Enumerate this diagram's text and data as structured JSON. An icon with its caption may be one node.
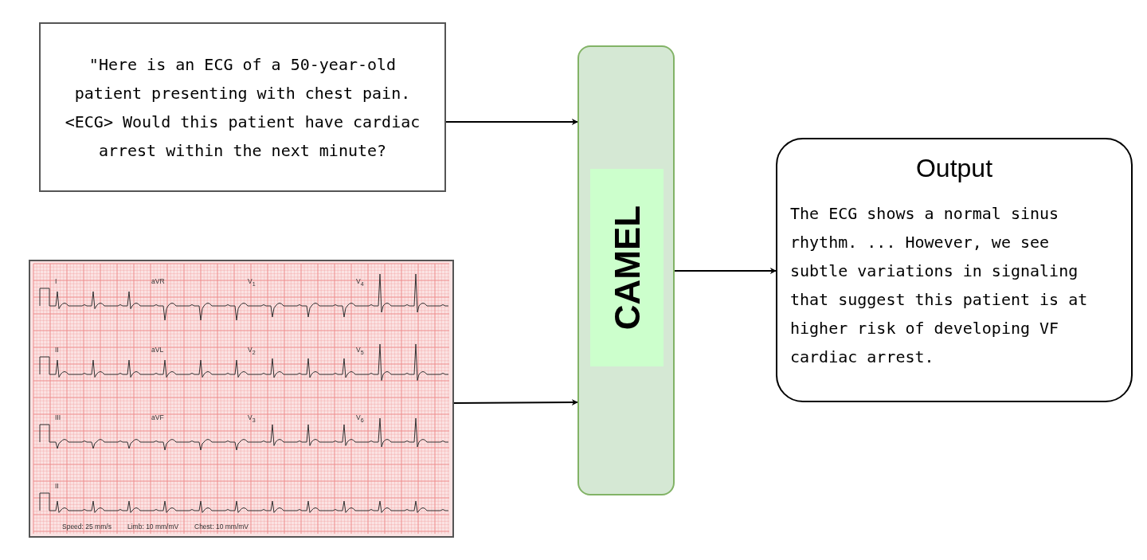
{
  "diagram": {
    "nodes": [
      {
        "text": [
          "\"Here is an ECG of a 50-year-old patient presenting with chest pain. <ECG> Would this patient have cardiac arrest within the next minute?"
        ]
      },
      {
        "text": [
          "I",
          "aVR",
          "V$_{1}$",
          "V$_{4}$",
          "II",
          "aVL",
          "V$_{2}$",
          "V$_{5}$",
          "III",
          "aVF",
          "V$_{3}$",
          "V$_{6}$",
          "II",
          "Speed: 25 mm/s",
          "Limb: 10 mm/mV",
          "Chest: 10 mm/mV"
        ]
      },
      {
        "text": [
          "CAMEL"
        ]
      },
      {
        "text": [
          "Output",
          "The ECG shows a normal sinus rhythm. ... However, we see subtle variations in signaling that suggest this patient is at higher risk of developing VF cardiac arrest."
        ]
      }
    ],
    "edges": [
      {
        "from": 0,
        "to": 2,
        "arrow": "to"
      },
      {
        "from": 1,
        "to": 2,
        "arrow": "to"
      },
      {
        "from": 2,
        "to": 3,
        "arrow": "to"
      }
    ]
  }
}
